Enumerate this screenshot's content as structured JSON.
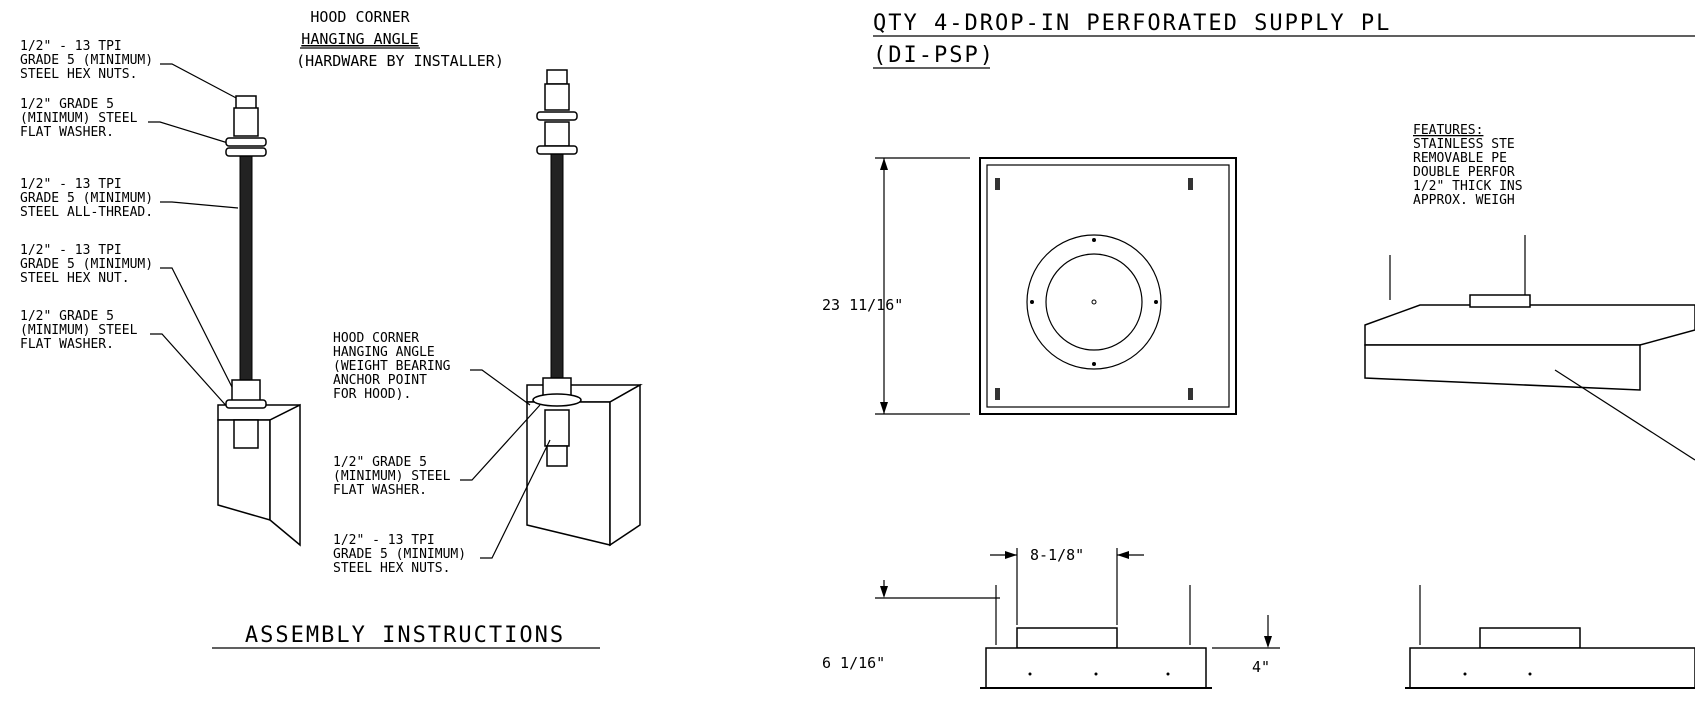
{
  "left": {
    "title_line1": "HOOD CORNER",
    "title_line2": "HANGING ANGLE",
    "title_line3": "(HARDWARE BY INSTALLER)",
    "callouts": [
      [
        "1/2\" - 13 TPI",
        "GRADE 5 (MINIMUM)",
        "STEEL HEX NUTS."
      ],
      [
        "1/2\" GRADE 5",
        "(MINIMUM) STEEL",
        "FLAT WASHER."
      ],
      [
        "1/2\" - 13 TPI",
        "GRADE 5 (MINIMUM)",
        "STEEL ALL-THREAD."
      ],
      [
        "1/2\" - 13 TPI",
        "GRADE 5 (MINIMUM)",
        "STEEL HEX NUT."
      ],
      [
        "1/2\" GRADE 5",
        "(MINIMUM) STEEL",
        "FLAT WASHER."
      ]
    ],
    "mid_callouts": [
      [
        "HOOD CORNER",
        "HANGING ANGLE",
        "(WEIGHT BEARING",
        "ANCHOR POINT",
        "FOR HOOD)."
      ],
      [
        "1/2\" GRADE 5",
        "(MINIMUM) STEEL",
        "FLAT WASHER."
      ],
      [
        "1/2\" - 13 TPI",
        "GRADE 5 (MINIMUM)",
        "STEEL HEX NUTS."
      ]
    ],
    "footer": "ASSEMBLY INSTRUCTIONS"
  },
  "right": {
    "title_line1": "QTY 4-DROP-IN PERFORATED SUPPLY PL",
    "title_line2": "(DI-PSP)",
    "features_title": "FEATURES:",
    "features": [
      "STAINLESS STE",
      "REMOVABLE PE",
      "DOUBLE PERFOR",
      "1/2\" THICK INS",
      "APPROX. WEIGH"
    ],
    "dim_height": "23 11/16\"",
    "dim_collar": "8-1/8\"",
    "dim_total": "6 1/16\"",
    "dim_box": "4\""
  }
}
